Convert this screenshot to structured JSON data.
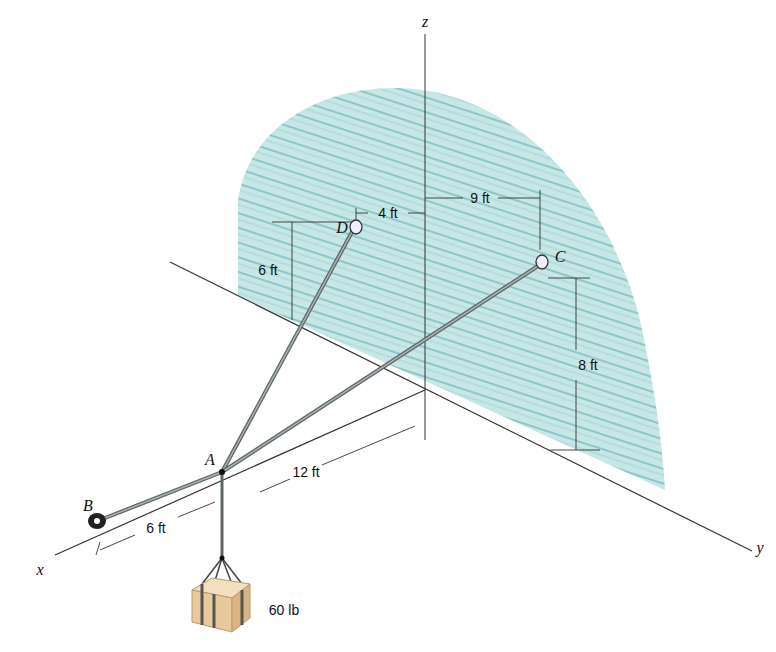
{
  "diagram": {
    "labels": [
      "z",
      "4 ft",
      "9 ft",
      "D",
      "C",
      "6 ft",
      "8 ft",
      "A",
      "12 ft",
      "B",
      "x",
      "6 ft",
      "60 lb",
      "y"
    ]
  }
}
